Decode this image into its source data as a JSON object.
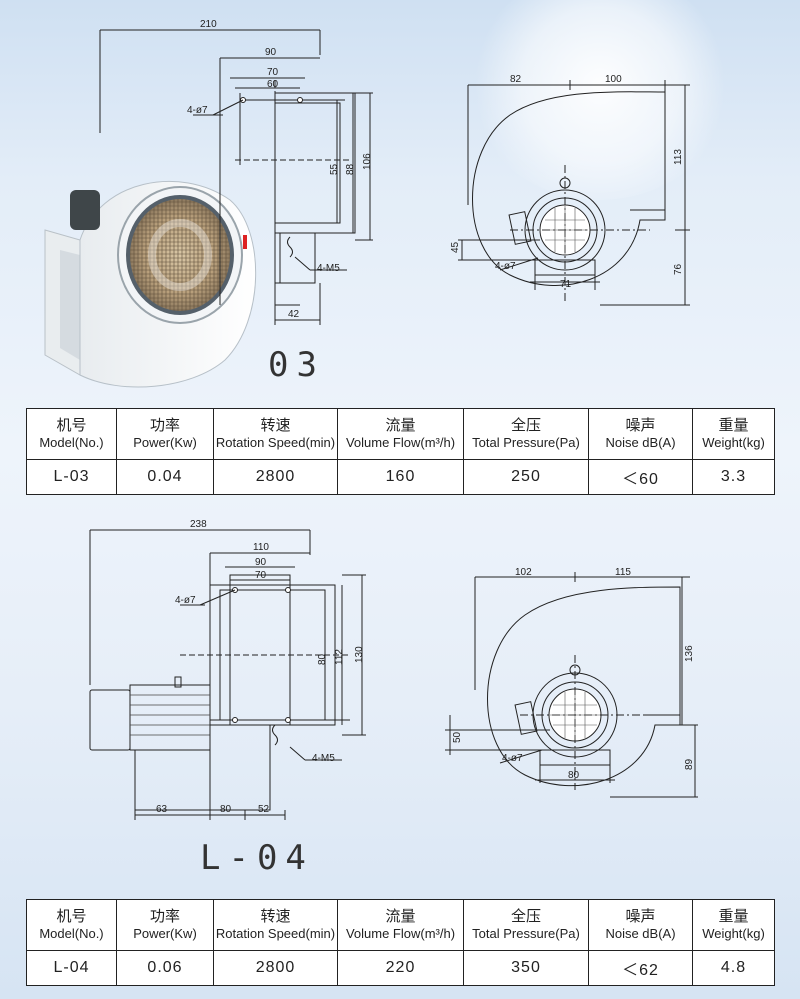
{
  "header_glow": true,
  "products": [
    {
      "model_label": "03",
      "drawing": {
        "overall_width": "210",
        "width_outer": "90",
        "width_mid": "70",
        "width_inner": "60",
        "holes_top": "4-ø7",
        "height_inner": "55",
        "height_mid": "88",
        "height_outer": "106",
        "holes_bottom": "4-M5",
        "base": "42",
        "side_left": "82",
        "side_right": "100",
        "side_height": "113",
        "side_foot_height": "45",
        "side_holes": "4-ø7",
        "side_foot_width": "71",
        "side_total_height": "76"
      },
      "table": {
        "headers": [
          {
            "zh": "机号",
            "en": "Model(No.)"
          },
          {
            "zh": "功率",
            "en": "Power(Kw)"
          },
          {
            "zh": "转速",
            "en": "Rotation Speed(min)"
          },
          {
            "zh": "流量",
            "en": "Volume Flow(m³/h)"
          },
          {
            "zh": "全压",
            "en": "Total Pressure(Pa)"
          },
          {
            "zh": "噪声",
            "en": "Noise  dB(A)"
          },
          {
            "zh": "重量",
            "en": "Weight(kg)"
          }
        ],
        "row": [
          "L-03",
          "0.04",
          "2800",
          "160",
          "250",
          "＜60",
          "3.3"
        ]
      }
    },
    {
      "model_label": "L-04",
      "drawing": {
        "overall_width": "238",
        "width_outer": "110",
        "width_mid": "90",
        "width_inner": "70",
        "holes_top": "4-ø7",
        "height_inner": "80",
        "height_mid": "112",
        "height_outer": "130",
        "holes_bottom": "4-M5",
        "base_left": "63",
        "base_mid": "80",
        "base_right": "52",
        "side_left": "102",
        "side_right": "115",
        "side_height": "136",
        "side_foot_height": "50",
        "side_holes": "4-ø7",
        "side_foot_width": "80",
        "side_total_height": "89"
      },
      "table": {
        "headers": [
          {
            "zh": "机号",
            "en": "Model(No.)"
          },
          {
            "zh": "功率",
            "en": "Power(Kw)"
          },
          {
            "zh": "转速",
            "en": "Rotation Speed(min)"
          },
          {
            "zh": "流量",
            "en": "Volume Flow(m³/h)"
          },
          {
            "zh": "全压",
            "en": "Total Pressure(Pa)"
          },
          {
            "zh": "噪声",
            "en": "Noise  dB(A)"
          },
          {
            "zh": "重量",
            "en": "Weight(kg)"
          }
        ],
        "row": [
          "L-04",
          "0.06",
          "2800",
          "220",
          "350",
          "＜62",
          "4.8"
        ]
      }
    }
  ]
}
